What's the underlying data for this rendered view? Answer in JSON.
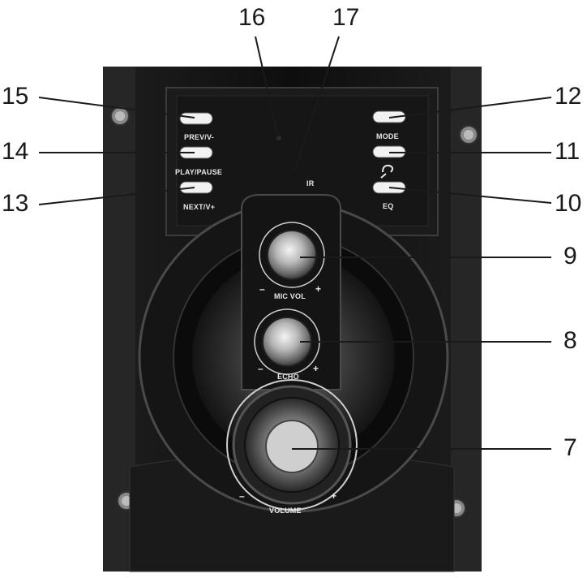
{
  "callouts": {
    "c7": "7",
    "c8": "8",
    "c9": "9",
    "c10": "10",
    "c11": "11",
    "c12": "12",
    "c13": "13",
    "c14": "14",
    "c15": "15",
    "c16": "16",
    "c17": "17"
  },
  "labels": {
    "prev": "PREV/V-",
    "play": "PLAY/PAUSE",
    "next": "NEXT/V+",
    "mode": "MODE",
    "eq": "EQ",
    "ir": "IR",
    "mic_vol": "MIC VOL",
    "echo": "ECHO",
    "volume": "VOLUME",
    "minus": "–",
    "plus": "+"
  },
  "icons": {
    "mic": "microphone-icon"
  },
  "colors": {
    "body": "#111111",
    "panel": "#1c1c1c",
    "label": "#e8e8e8",
    "button": "#f2f2f2",
    "callout_line": "#1a1a1a"
  }
}
